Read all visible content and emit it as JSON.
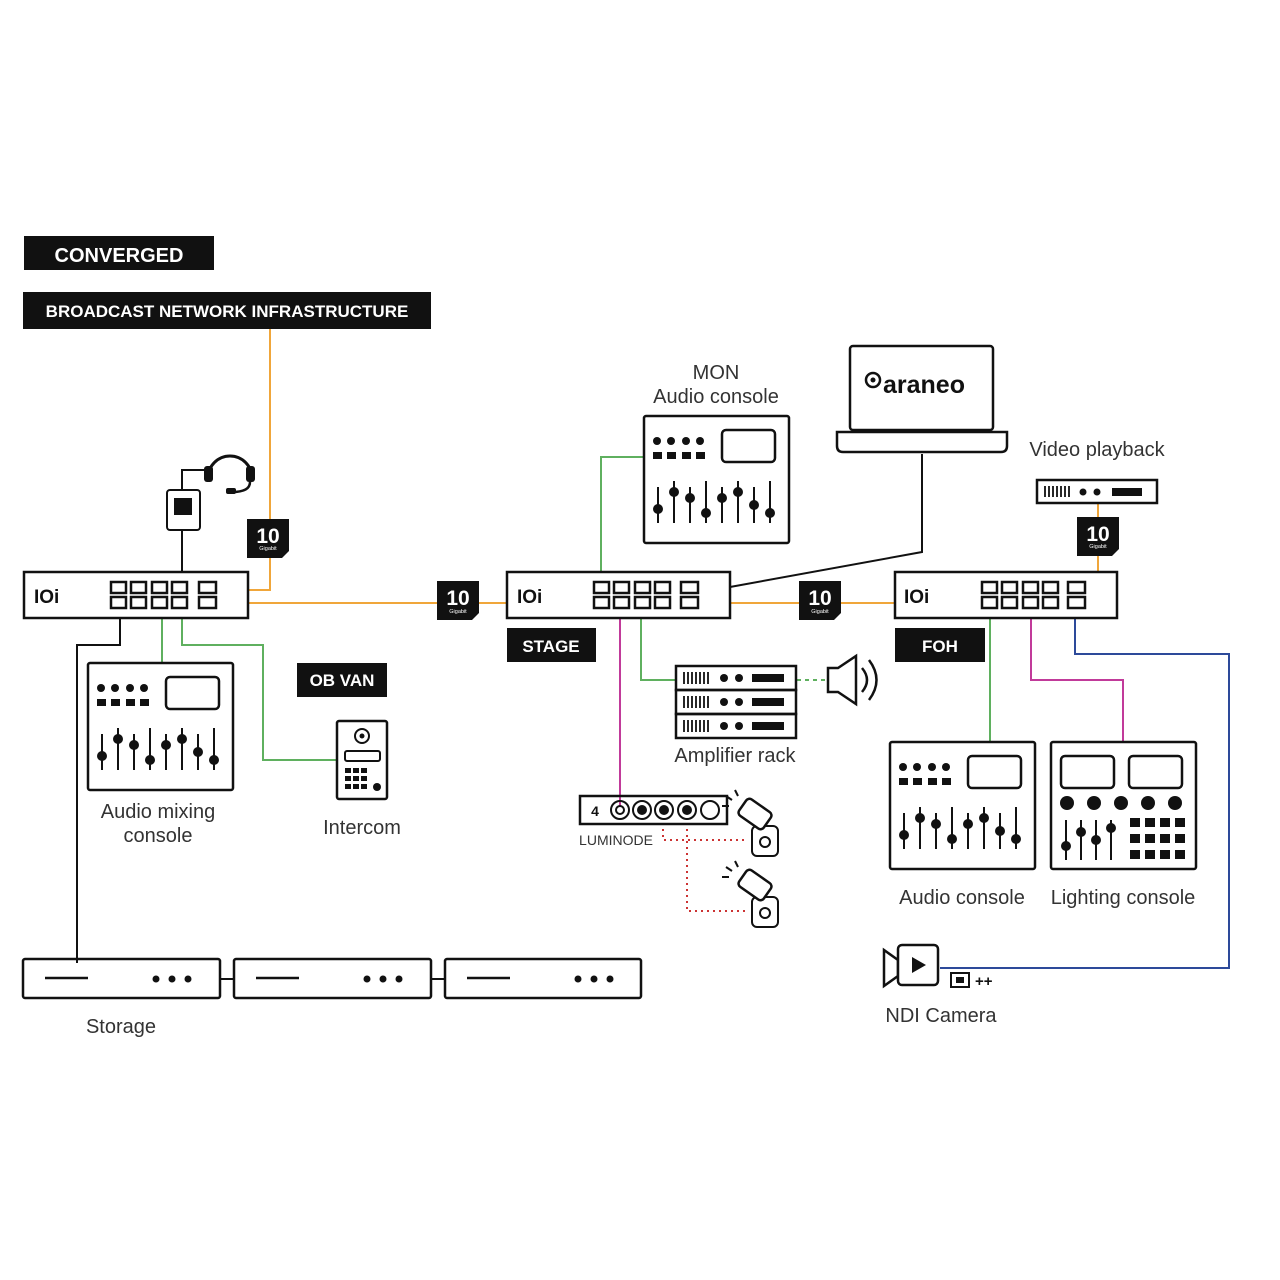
{
  "titles": {
    "converged": "CONVERGED",
    "infrastructure": "BROADCAST NETWORK INFRASTRUCTURE"
  },
  "tags": {
    "ob_van": "OB VAN",
    "stage": "STAGE",
    "foh": "FOH"
  },
  "switch_label": "IOi",
  "badge": {
    "number": "10",
    "unit": "Gigabit"
  },
  "logo": "araneo",
  "labels": {
    "mon": "MON",
    "mon_console": "Audio console",
    "video_playback": "Video playback",
    "amplifier_rack": "Amplifier rack",
    "audio_mixing_1": "Audio mixing",
    "audio_mixing_2": "console",
    "intercom": "Intercom",
    "luminode": "LUMINODE",
    "luminode_ports": "4",
    "audio_console": "Audio console",
    "lighting_console": "Lighting console",
    "ndi_camera": "NDI Camera",
    "ndi_suffix": "++",
    "storage": "Storage"
  },
  "colors": {
    "ink": "#111111",
    "fiber_10g": "#f0a63a",
    "audio_link": "#5fb05f",
    "lighting_link": "#c13a9a",
    "video_link": "#2d4a9a",
    "dmx_dotted": "#cc3333"
  }
}
